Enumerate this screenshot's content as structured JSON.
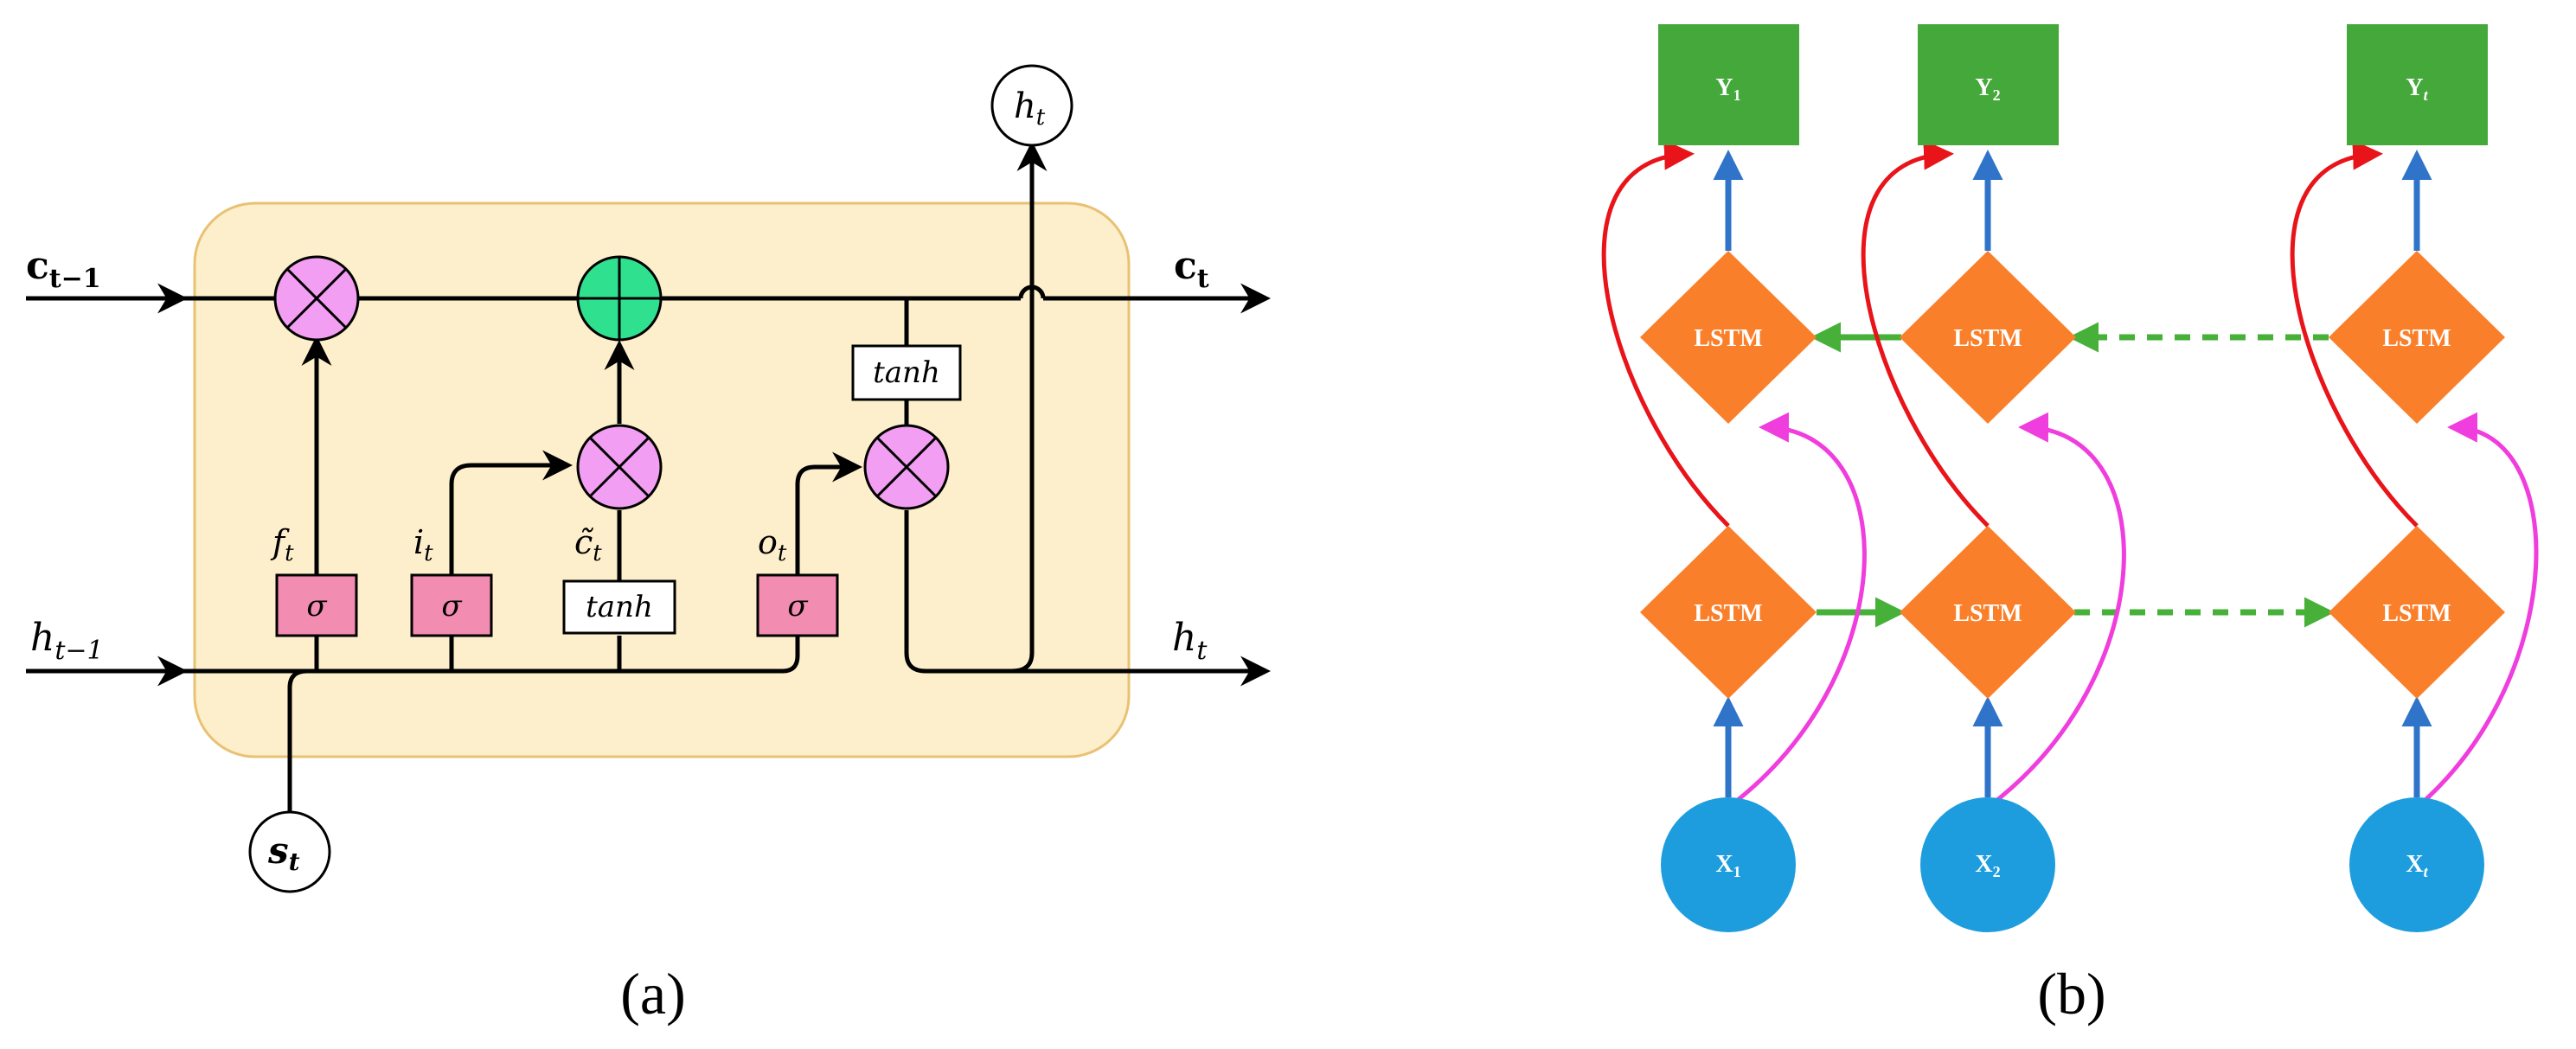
{
  "colors": {
    "cell_fill": "#FDEFCB",
    "cell_stroke": "#E9C173",
    "multiply_fill": "#F29EF2",
    "add_fill": "#2FE08F",
    "sigma_fill": "#F28CB1",
    "output_fill": "#44A83B",
    "lstm_fill": "#FA7F2A",
    "input_fill": "#1E9DDE",
    "arrow_blue": "#2F74C8",
    "arrow_red": "#E8141A",
    "arrow_magenta": "#F03DDD",
    "arrow_green": "#46B038",
    "line_black": "#000000"
  },
  "panel_a": {
    "label": "(a)",
    "inputs": {
      "c_prev": "c",
      "c_prev_sub": "t−1",
      "h_prev": "h",
      "h_prev_sub": "t−1",
      "s": "s",
      "s_sub": "t"
    },
    "outputs": {
      "c_out": "c",
      "c_out_sub": "t",
      "h_out": "h",
      "h_out_sub": "t",
      "h_top": "h",
      "h_top_sub": "t"
    },
    "gates": {
      "forget": {
        "label": "f",
        "sub": "t",
        "fn": "σ"
      },
      "input": {
        "label": "i",
        "sub": "t",
        "fn": "σ"
      },
      "candidate": {
        "label": "c̃",
        "sub": "t",
        "fn": "tanh"
      },
      "output": {
        "label": "o",
        "sub": "t",
        "fn": "σ"
      }
    },
    "cell_tanh": "tanh",
    "ops": {
      "multiply": "multiply",
      "add": "add"
    }
  },
  "panel_b": {
    "label": "(b)",
    "columns": [
      {
        "output": "Y",
        "output_sub": "1",
        "input": "X",
        "input_sub": "1"
      },
      {
        "output": "Y",
        "output_sub": "2",
        "input": "X",
        "input_sub": "2"
      },
      {
        "output": "Y",
        "output_sub": "t",
        "input": "X",
        "input_sub": "t"
      }
    ],
    "lstm_label": "LSTM"
  }
}
